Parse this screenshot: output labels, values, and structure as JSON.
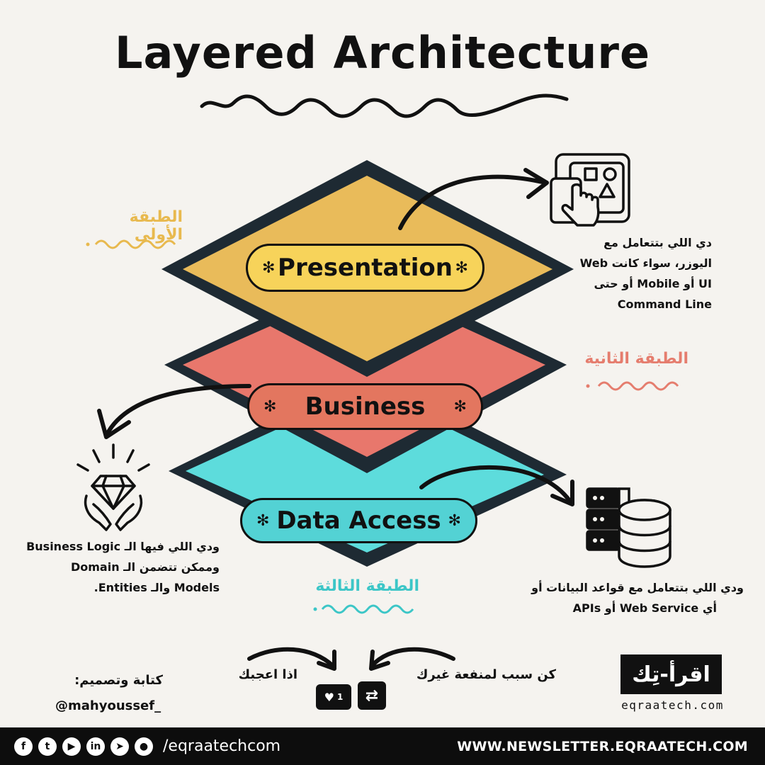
{
  "title": "Layered Architecture",
  "layers": {
    "presentation": {
      "label": "Presentation",
      "ar_label": "الطبقة الأولى",
      "color": "#e9bb5a",
      "pill_color": "#f7d35a"
    },
    "business": {
      "label": "Business",
      "ar_label": "الطبقة الثانية",
      "color": "#e8776c",
      "pill_color": "#e3765f"
    },
    "data_access": {
      "label": "Data Access",
      "ar_label": "الطبقة الثالثة",
      "color": "#5ddcdc",
      "pill_color": "#53d2d4"
    }
  },
  "descriptions": {
    "presentation": [
      "دي اللي بتتعامل مع",
      "اليوزر، سواء كانت Web",
      "UI أو Mobile أو حتى",
      "Command Line"
    ],
    "business": [
      "ودي اللي فيها الـ Business Logic",
      "وممكن تتضمن الـ Domain",
      "Models والـ Entities."
    ],
    "data_access": [
      "ودي اللي بتتعامل مع قواعد البيانات أو",
      "أي  Web Service أو APIs"
    ]
  },
  "bottom": {
    "author_label": "كتابة وتصميم:",
    "author_handle": "@mahyoussef_",
    "like_text": "اذا اعجبك",
    "share_text": "كن سبب لمنفعة غيرك",
    "like_count": "1"
  },
  "logo": {
    "text": "اقرأ-تِك",
    "url": "eqraatech.com"
  },
  "footer": {
    "handle": "/eqraatechcom",
    "newsletter": "WWW.NEWSLETTER.EQRAATECH.COM",
    "icons": [
      "facebook-icon",
      "twitter-icon",
      "youtube-icon",
      "linkedin-icon",
      "telegram-icon",
      "github-icon"
    ]
  },
  "colors": {
    "outline": "#1e2a33",
    "background": "#f5f3ef",
    "label_yellow": "#e8b94e",
    "label_red": "#e57d6e",
    "label_teal": "#3cc6c7"
  }
}
